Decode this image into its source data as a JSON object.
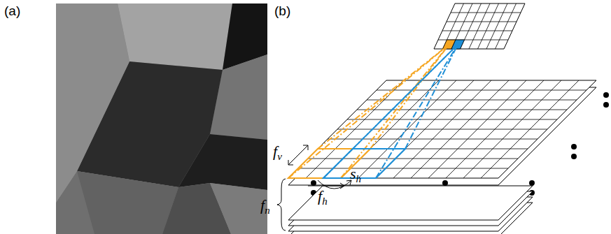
{
  "diagram": {
    "labels": [
      "(a)",
      "(b)",
      "fv",
      "fh",
      "sh",
      "fn"
    ]
  }
}
